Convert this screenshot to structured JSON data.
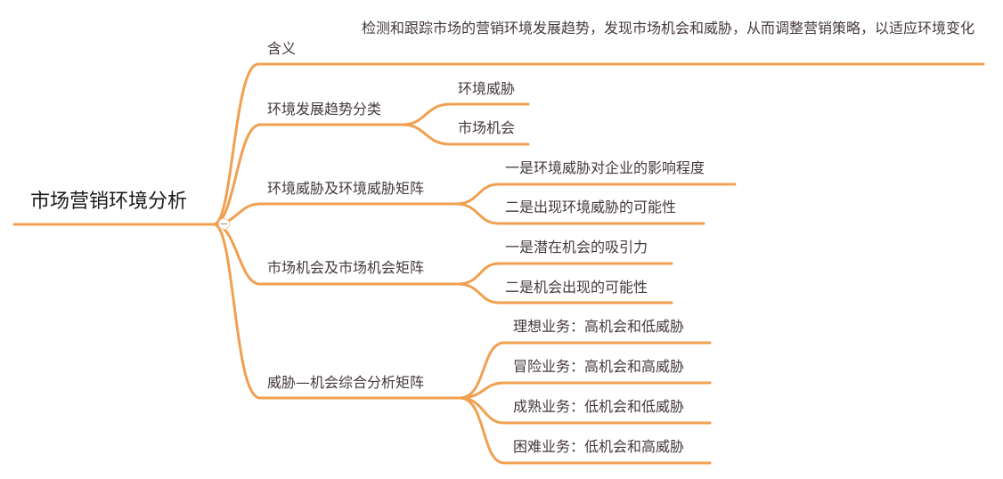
{
  "colors": {
    "branch": "#f0a050",
    "text": "#45393a",
    "root_text": "#1a1a1a",
    "background": "#ffffff"
  },
  "root": {
    "label": "市场营销环境分析",
    "collapse_icon": "minus-circle-icon"
  },
  "branches": [
    {
      "label": "含义",
      "children": [
        {
          "label": "检测和跟踪市场的营销环境发展趋势，发现市场机会和威胁，从而调整营销策略，以适应环境变化"
        }
      ]
    },
    {
      "label": "环境发展趋势分类",
      "children": [
        {
          "label": "环境威胁"
        },
        {
          "label": "市场机会"
        }
      ]
    },
    {
      "label": "环境威胁及环境威胁矩阵",
      "children": [
        {
          "label": "一是环境威胁对企业的影响程度"
        },
        {
          "label": "二是出现环境威胁的可能性"
        }
      ]
    },
    {
      "label": "市场机会及市场机会矩阵",
      "children": [
        {
          "label": "一是潜在机会的吸引力"
        },
        {
          "label": "二是机会出现的可能性"
        }
      ]
    },
    {
      "label": "威胁—机会综合分析矩阵",
      "children": [
        {
          "label": "理想业务：高机会和低威胁"
        },
        {
          "label": "冒险业务：高机会和高威胁"
        },
        {
          "label": "成熟业务：低机会和低威胁"
        },
        {
          "label": "困难业务：低机会和高威胁"
        }
      ]
    }
  ]
}
